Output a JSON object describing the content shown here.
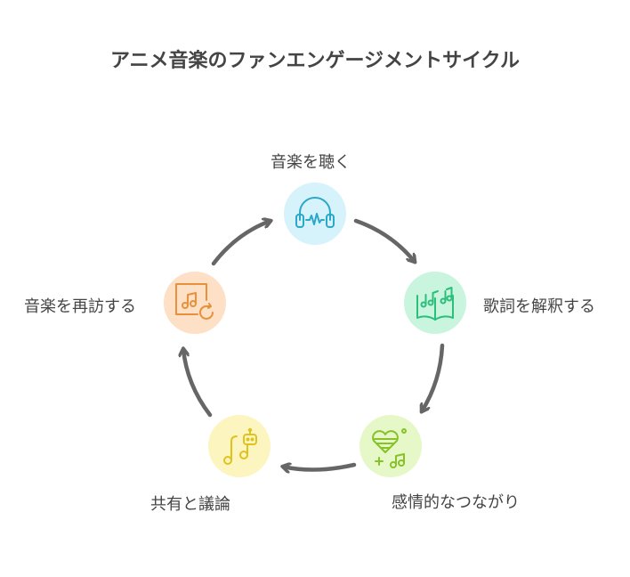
{
  "title": "アニメ音楽のファンエンゲージメントサイクル",
  "steps": [
    {
      "label": "音楽を聴く",
      "icon": "headphones-icon",
      "bg": "#d6f2fb",
      "fg": "#2aa7c9"
    },
    {
      "label": "歌詞を解釈する",
      "icon": "music-book-icon",
      "bg": "#c9f5df",
      "fg": "#2bbf7a"
    },
    {
      "label": "感情的なつながり",
      "icon": "heart-music-icon",
      "bg": "#e6f8c8",
      "fg": "#86c228"
    },
    {
      "label": "共有と議論",
      "icon": "music-bot-icon",
      "bg": "#fdf5bf",
      "fg": "#e0c21f"
    },
    {
      "label": "音楽を再訪する",
      "icon": "music-replay-icon",
      "bg": "#fde0c6",
      "fg": "#e8903a"
    }
  ],
  "colors": {
    "arrow": "#666666",
    "text": "#444444"
  }
}
